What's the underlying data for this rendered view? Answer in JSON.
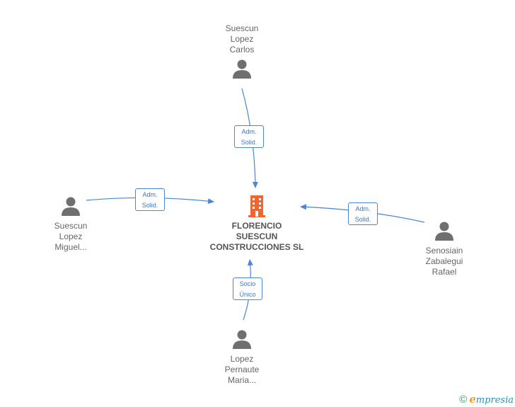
{
  "company": {
    "name_lines": [
      "FLORENCIO",
      "SUESCUN",
      "CONSTRUCCIONES SL"
    ],
    "icon": "building-icon",
    "icon_color": "#f0662e"
  },
  "people": [
    {
      "id": "carlos",
      "name_lines": [
        "Suescun",
        "Lopez",
        "Carlos"
      ],
      "relation_lines": [
        "Adm.",
        "Solid."
      ],
      "icon": "person-icon"
    },
    {
      "id": "miguel",
      "name_lines": [
        "Suescun",
        "Lopez",
        "Miguel..."
      ],
      "relation_lines": [
        "Adm.",
        "Solid."
      ],
      "icon": "person-icon"
    },
    {
      "id": "rafael",
      "name_lines": [
        "Senosiain",
        "Zabalegui",
        "Rafael"
      ],
      "relation_lines": [
        "Adm.",
        "Solid."
      ],
      "icon": "person-icon"
    },
    {
      "id": "maria",
      "name_lines": [
        "Lopez",
        "Pernaute",
        "Maria..."
      ],
      "relation_lines": [
        "Socio",
        "Único"
      ],
      "icon": "person-icon"
    }
  ],
  "footer": {
    "copyright_symbol": "©",
    "brand_initial": "e",
    "brand_rest": "mpresia"
  },
  "colors": {
    "edge": "#4a86d4",
    "person": "#6f6f6f",
    "text": "#666666"
  }
}
